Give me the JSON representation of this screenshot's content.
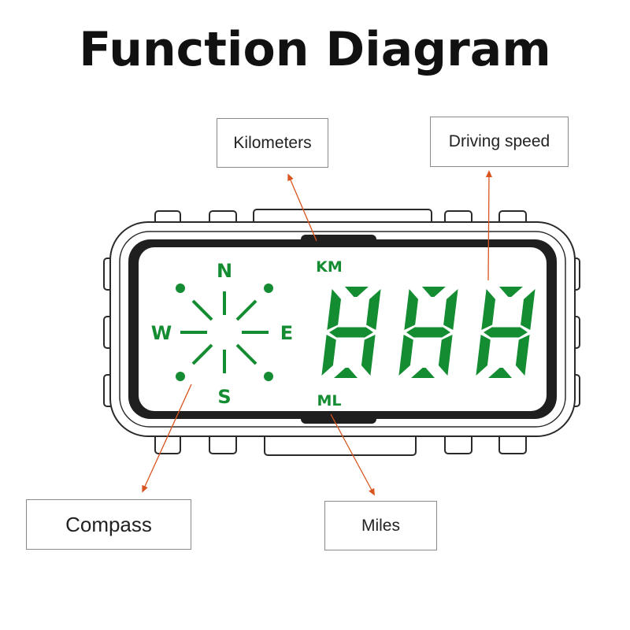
{
  "title": "Function Diagram",
  "callouts": {
    "kilometers": "Kilometers",
    "driving_speed": "Driving speed",
    "compass": "Compass",
    "miles": "Miles"
  },
  "display": {
    "km_label": "KM",
    "ml_label": "ML",
    "speed_digits": "888",
    "compass": {
      "north": "N",
      "south": "S",
      "east": "E",
      "west": "W"
    }
  },
  "colors": {
    "lcd_green": "#148c32",
    "arrow": "#d9541e",
    "frame": "#2a2a2a",
    "text": "#111111"
  }
}
